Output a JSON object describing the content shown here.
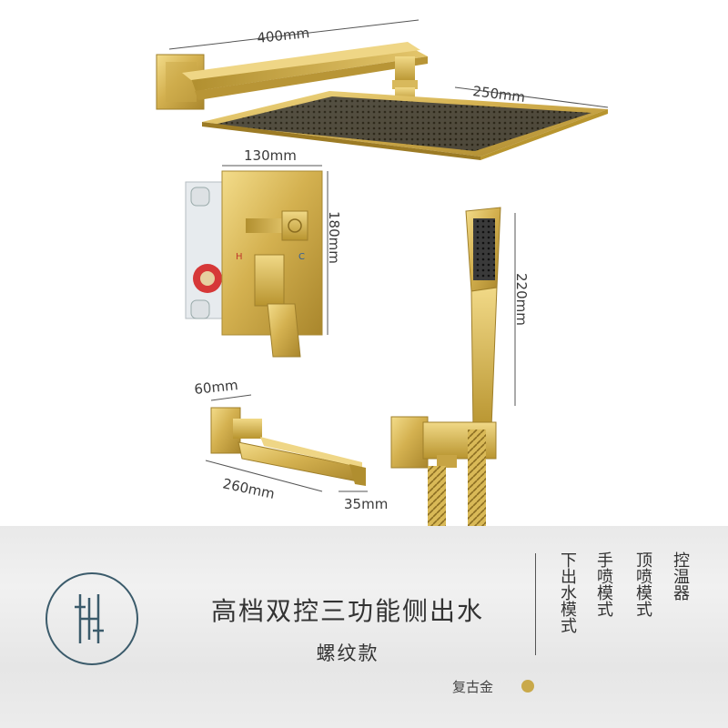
{
  "dimensions": {
    "arm": "400mm",
    "head": "250mm",
    "valve_w": "130mm",
    "valve_h": "180mm",
    "spout_w": "60mm",
    "spout_l": "260mm",
    "spout_h": "35mm",
    "hand": "220mm"
  },
  "valve": {
    "hot": "H",
    "cold": "C"
  },
  "product": {
    "title": "高档双控三功能侧出水",
    "subtitle": "螺纹款",
    "color": "复古金",
    "swatch_color": "#c9a94a"
  },
  "features": [
    "控温器",
    "顶喷模式",
    "手喷模式",
    "下出水模式"
  ]
}
